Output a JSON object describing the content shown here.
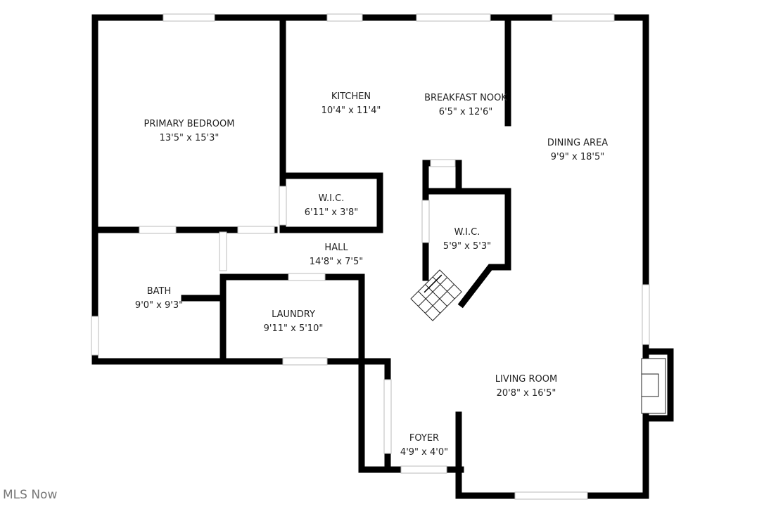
{
  "rooms": [
    {
      "name": "PRIMARY BEDROOM",
      "size": "13'5\" x 15'3\""
    },
    {
      "name": "KITCHEN",
      "size": "10'4\" x 11'4\""
    },
    {
      "name": "BREAKFAST NOOK",
      "size": "6'5\" x 12'6\""
    },
    {
      "name": "DINING AREA",
      "size": "9'9\" x 18'5\""
    },
    {
      "name": "W.I.C.",
      "size": "6'11\" x 3'8\""
    },
    {
      "name": "W.I.C.",
      "size": "5'9\" x 5'3\""
    },
    {
      "name": "HALL",
      "size": "14'8\" x 7'5\""
    },
    {
      "name": "BATH",
      "size": "9'0\" x 9'3\""
    },
    {
      "name": "LAUNDRY",
      "size": "9'11\" x 5'10\""
    },
    {
      "name": "LIVING ROOM",
      "size": "20'8\" x 16'5\""
    },
    {
      "name": "FOYER",
      "size": "4'9\" x 4'0\""
    }
  ],
  "watermark": "MLS Now"
}
